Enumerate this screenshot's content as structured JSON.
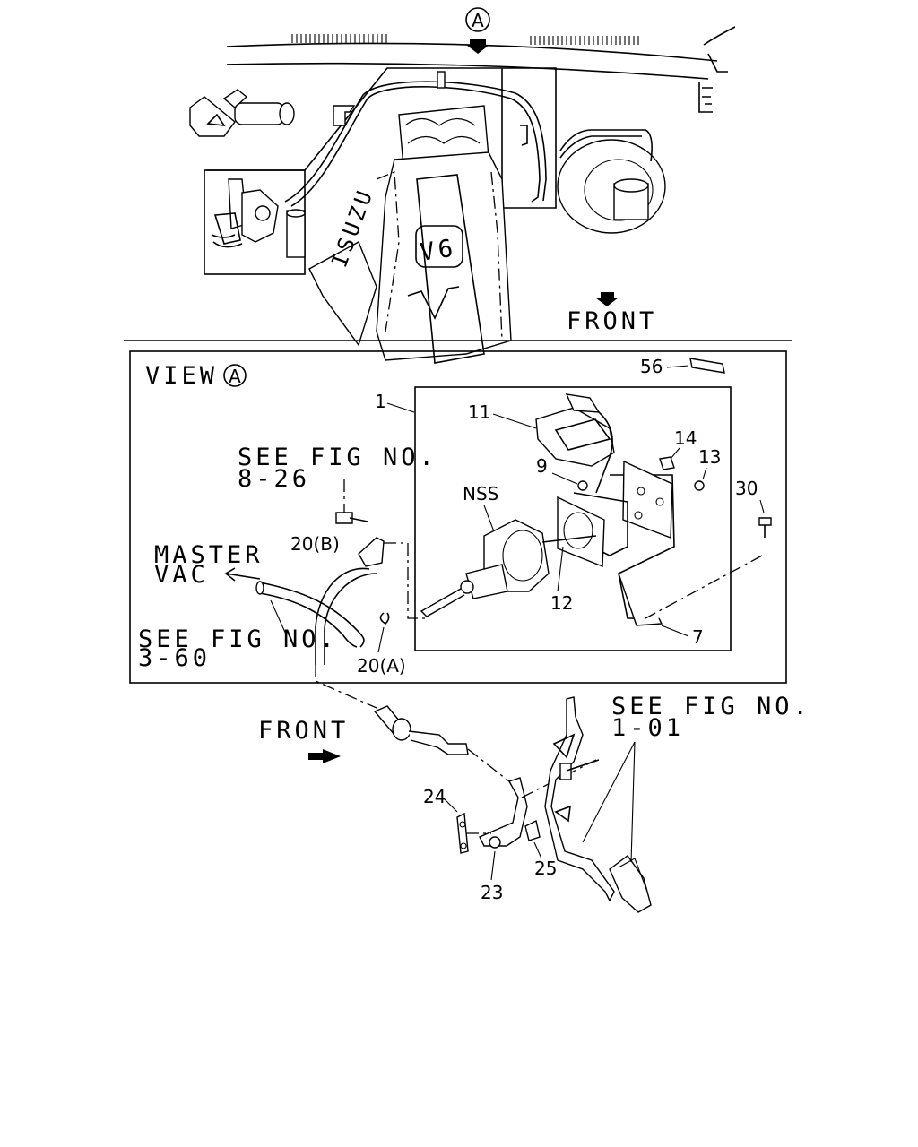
{
  "markers": {
    "view_circle": "A"
  },
  "top_view": {
    "front_label": "FRONT",
    "engine_text": "ISUZU",
    "engine_badge": "V6"
  },
  "view_box": {
    "title": "VIEW",
    "title_circle": "A"
  },
  "callouts": {
    "c1": "1",
    "c56": "56",
    "c11": "11",
    "c14": "14",
    "c13": "13",
    "c9": "9",
    "c30": "30",
    "nss": "NSS",
    "c12": "12",
    "c7": "7",
    "c20b": "20(B)",
    "c20a": "20(A)",
    "c24": "24",
    "c25": "25",
    "c23": "23"
  },
  "references": {
    "fig_8_26_line1": "SEE FIG NO.",
    "fig_8_26_line2": "8-26",
    "master_vac_line1": "MASTER",
    "master_vac_line2": "VAC",
    "fig_3_60_line1": "SEE FIG NO.",
    "fig_3_60_line2": "3-60",
    "fig_1_01_line1": "SEE FIG NO.",
    "fig_1_01_line2": "1-01"
  },
  "bottom": {
    "front_label": "FRONT"
  },
  "colors": {
    "ink": "#000000",
    "paper": "#ffffff"
  }
}
